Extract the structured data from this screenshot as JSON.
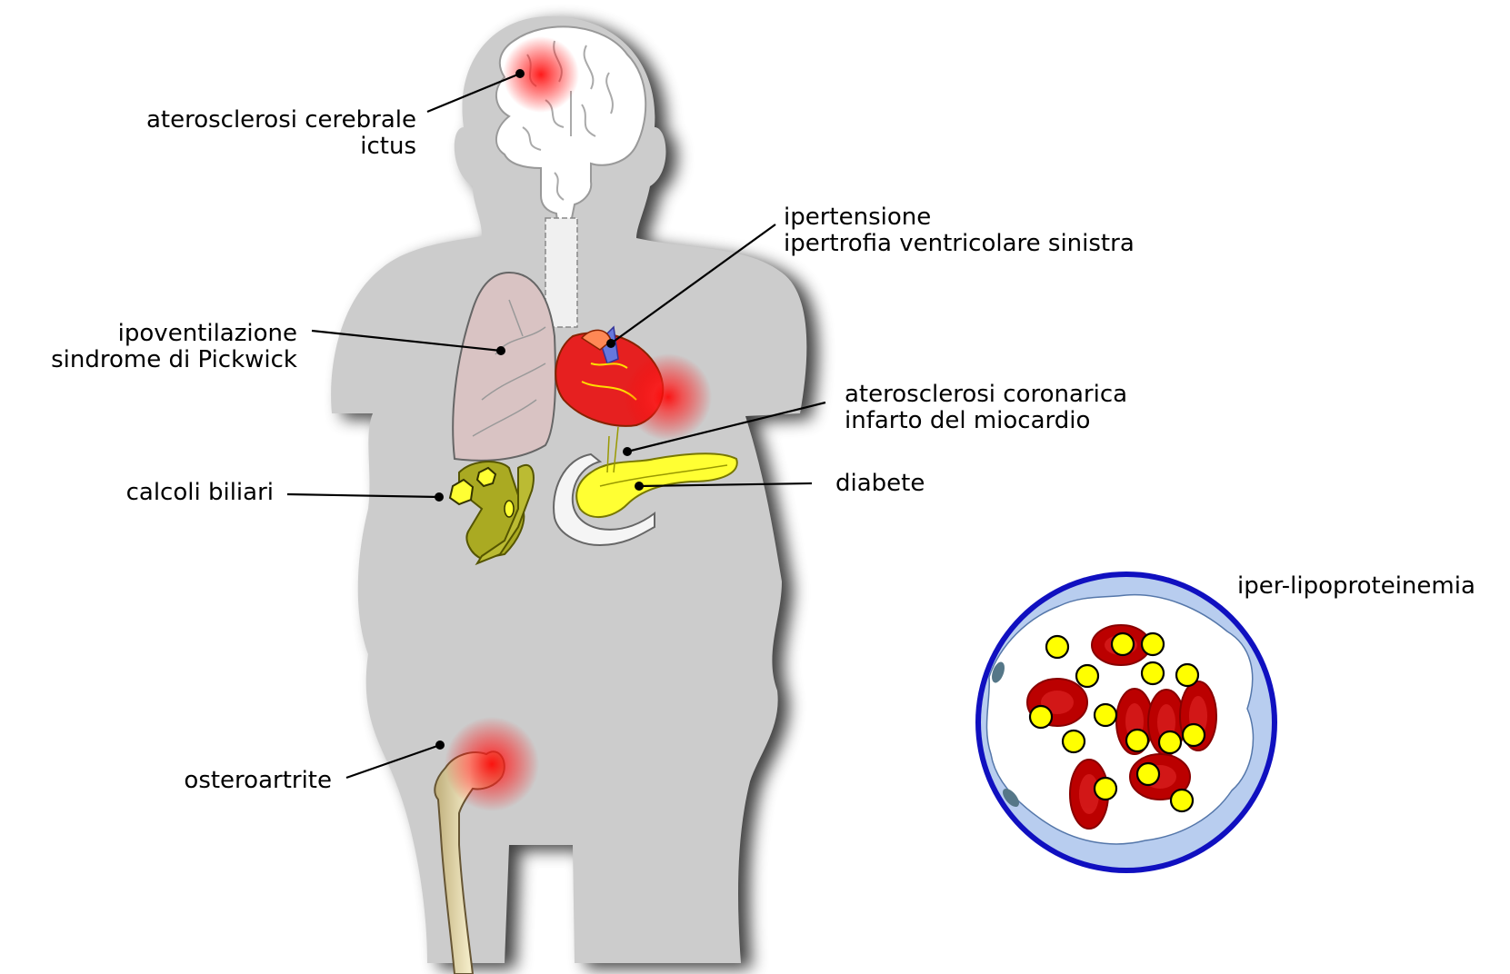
{
  "labels": {
    "cerebral": {
      "line1": "aterosclerosi cerebrale",
      "line2": "ictus"
    },
    "hypertension": {
      "line1": "ipertensione",
      "line2": "ipertrofia ventricolare sinistra"
    },
    "respiratory": {
      "line1": "ipoventilazione",
      "line2": "sindrome di Pickwick"
    },
    "coronary": {
      "line1": "aterosclerosi coronarica",
      "line2": "infarto del miocardio"
    },
    "gallstones": {
      "line1": "calcoli biliari"
    },
    "diabetes": {
      "line1": "diabete"
    },
    "osteoarthritis": {
      "line1": "osteroartrite"
    },
    "lipids": {
      "line1": "iper-lipoproteinemia"
    }
  },
  "colors": {
    "body": "#cccccc",
    "highlight": "#ff0000",
    "vessel_wall": "#1010c0",
    "vessel_lumen": "#b8cdef",
    "red_cell": "#cc0000",
    "lipoprotein": "#ffff00",
    "pancreas": "#ffff33",
    "gallbladder": "#aaaa22",
    "bone": "#e8dcb0",
    "lung": "#d9c3c3"
  }
}
